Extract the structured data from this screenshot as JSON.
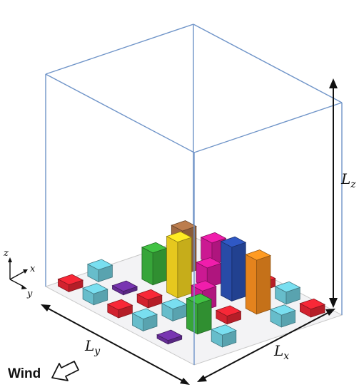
{
  "labels": {
    "lz_main": "L",
    "lz_sub": "z",
    "lx_main": "L",
    "lx_sub": "x",
    "ly_main": "L",
    "ly_sub": "y",
    "wind": "Wind",
    "axis_z": "z",
    "axis_x": "x",
    "axis_y": "y"
  },
  "colors": {
    "box_outline": "#6f94c8",
    "floor_fill": "#f3f3f5",
    "floor_line": "#c9c9c9",
    "dim_line": "#111111",
    "cyan": "#6cc7d6",
    "red": "#dd2431",
    "purple": "#6b2f9e",
    "green": "#3aae3c",
    "yellow": "#f2d320",
    "magenta": "#d61a9a",
    "blue": "#2a4fb0",
    "orange": "#f08a1e",
    "brown": "#a87046"
  },
  "blocks": [
    {
      "id": "b1",
      "color": "red",
      "u": 0.0,
      "v": 0.0,
      "h": 0.35
    },
    {
      "id": "b2",
      "color": "cyan",
      "u": 0.0,
      "v": 2.0,
      "h": 0.55
    },
    {
      "id": "b3",
      "color": "red",
      "u": 0.0,
      "v": 4.0,
      "h": 0.4
    },
    {
      "id": "b4",
      "color": "cyan",
      "u": 0.0,
      "v": 6.0,
      "h": 0.6
    },
    {
      "id": "b5",
      "color": "purple",
      "u": 0.0,
      "v": 8.0,
      "h": 0.18
    },
    {
      "id": "b6",
      "color": "cyan",
      "u": 2.0,
      "v": 0.0,
      "h": 0.6
    },
    {
      "id": "b7",
      "color": "purple",
      "u": 2.0,
      "v": 2.0,
      "h": 0.18
    },
    {
      "id": "b8",
      "color": "red",
      "u": 2.0,
      "v": 4.0,
      "h": 0.4
    },
    {
      "id": "b9",
      "color": "cyan",
      "u": 2.0,
      "v": 6.0,
      "h": 0.6
    },
    {
      "id": "b10",
      "color": "green",
      "u": 2.0,
      "v": 8.0,
      "h": 1.5
    },
    {
      "id": "b11",
      "color": "cyan",
      "u": 2.0,
      "v": 10.0,
      "h": 0.6
    },
    {
      "id": "b12",
      "color": "green",
      "u": 4.0,
      "v": 2.0,
      "h": 1.6
    },
    {
      "id": "b13",
      "color": "yellow",
      "u": 4.0,
      "v": 4.0,
      "h": 2.8
    },
    {
      "id": "b14",
      "color": "magenta",
      "u": 4.0,
      "v": 6.0,
      "h": 1.0
    },
    {
      "id": "b15",
      "color": "red",
      "u": 4.0,
      "v": 8.0,
      "h": 0.4
    },
    {
      "id": "b16",
      "color": "brown",
      "u": 6.0,
      "v": 2.0,
      "h": 2.2
    },
    {
      "id": "b17",
      "color": "magenta",
      "u": 6.0,
      "v": 4.0,
      "h": 1.0
    },
    {
      "id": "b18",
      "color": "blue",
      "u": 6.0,
      "v": 6.0,
      "h": 2.7
    },
    {
      "id": "b19",
      "color": "orange",
      "u": 6.0,
      "v": 8.0,
      "h": 2.7
    },
    {
      "id": "b20",
      "color": "cyan",
      "u": 6.0,
      "v": 10.0,
      "h": 0.6
    },
    {
      "id": "b21",
      "color": "magenta",
      "u": 8.0,
      "v": 2.0,
      "h": 1.1
    },
    {
      "id": "b22",
      "color": "cyan",
      "u": 8.0,
      "v": 4.0,
      "h": 0.6
    },
    {
      "id": "b23",
      "color": "red",
      "u": 8.0,
      "v": 6.0,
      "h": 0.4
    },
    {
      "id": "b24",
      "color": "cyan",
      "u": 8.0,
      "v": 8.0,
      "h": 0.6
    },
    {
      "id": "b25",
      "color": "red",
      "u": 8.0,
      "v": 10.0,
      "h": 0.4
    }
  ]
}
